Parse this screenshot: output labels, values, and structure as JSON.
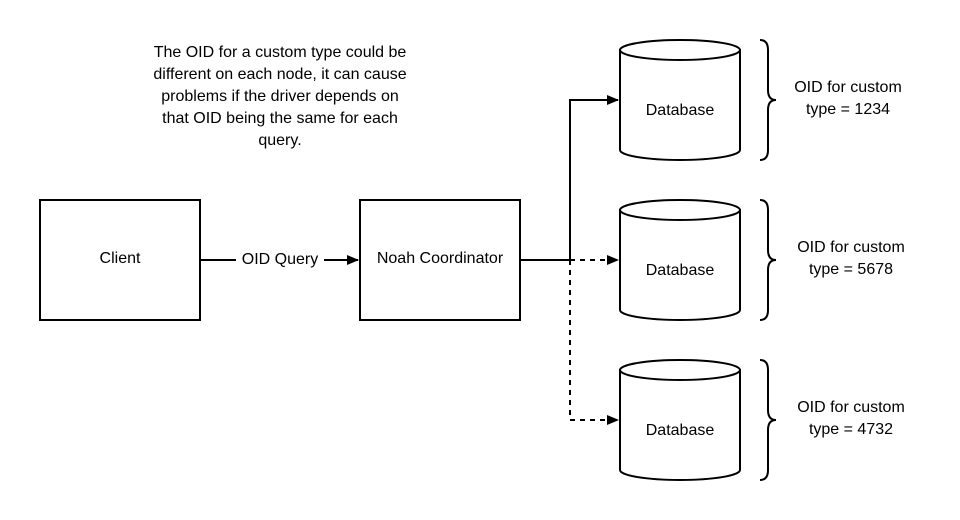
{
  "note": "The OID for a custom type could be different on each node, it can cause problems if the driver depends on that OID being the same for each query.",
  "client": {
    "label": "Client"
  },
  "query_edge": {
    "label": "OID Query"
  },
  "coordinator": {
    "label": "Noah Coordinator"
  },
  "databases": [
    {
      "label": "Database",
      "oid_line1": "OID for custom",
      "oid_line2": "type = 1234",
      "link": "solid"
    },
    {
      "label": "Database",
      "oid_line1": "OID for custom",
      "oid_line2": "type = 5678",
      "link": "dashed"
    },
    {
      "label": "Database",
      "oid_line1": "OID for custom",
      "oid_line2": "type = 4732",
      "link": "dashed"
    }
  ],
  "colors": {
    "stroke": "#000000",
    "fill": "#ffffff",
    "text": "#000000"
  }
}
